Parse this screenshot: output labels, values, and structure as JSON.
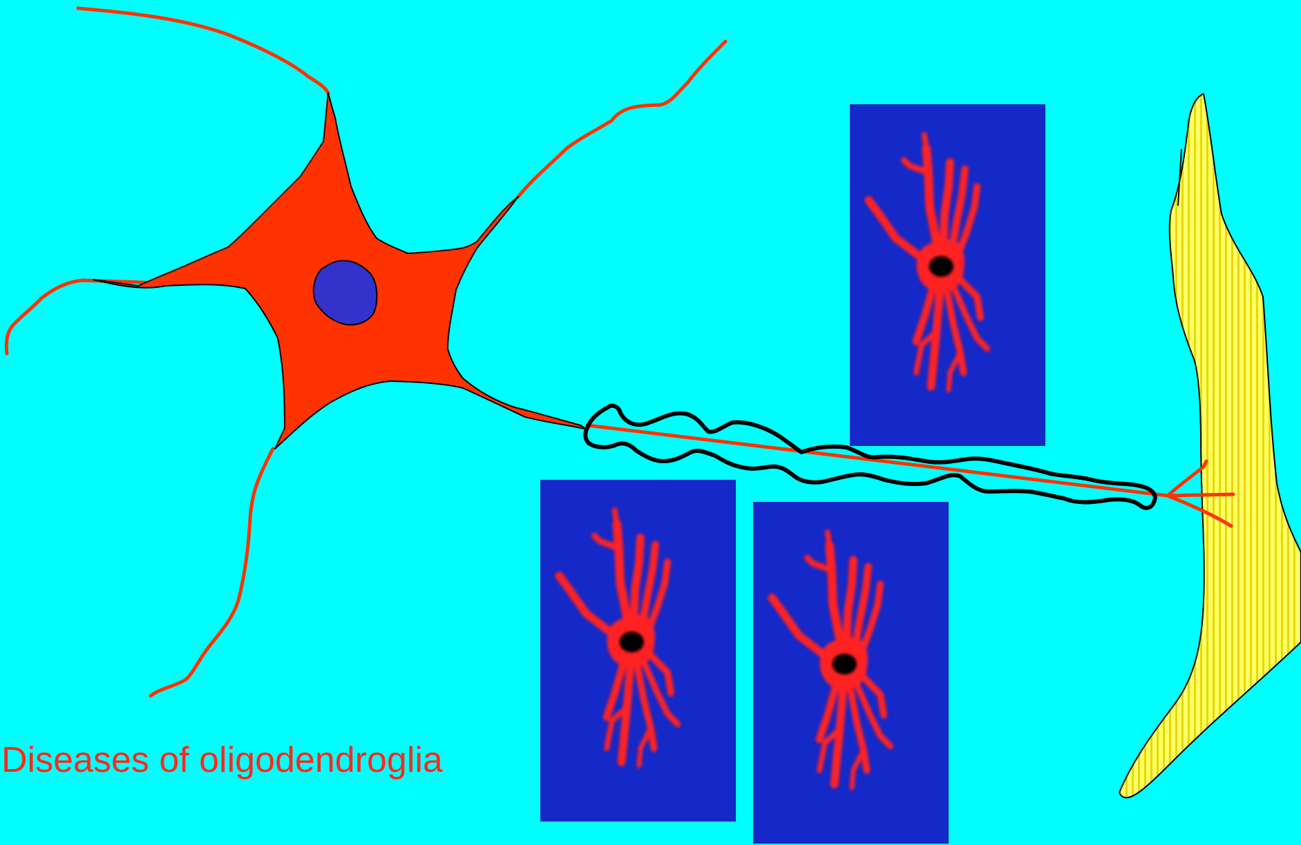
{
  "caption": "Diseases of oligodendroglia",
  "colors": {
    "background": "#00FFFF",
    "neuron": "#FF3300",
    "nucleus": "#3333CC",
    "myelin": "#000000",
    "glia_panel": "#1528C8",
    "glia_cell": "#FF2020",
    "muscle_fill": "#FFFF66",
    "muscle_stripe": "#E8D800"
  },
  "diagram_parts": [
    {
      "name": "neuron-cell-body",
      "icon": "neuron-icon"
    },
    {
      "name": "neuron-nucleus",
      "icon": "nucleus-icon"
    },
    {
      "name": "axon",
      "icon": "axon-line-icon"
    },
    {
      "name": "myelin-sheath",
      "icon": "myelin-coil-icon"
    },
    {
      "name": "oligodendrocyte",
      "icon": "glia-cell-icon",
      "count": 3
    },
    {
      "name": "target-muscle",
      "icon": "striated-muscle-icon"
    }
  ]
}
